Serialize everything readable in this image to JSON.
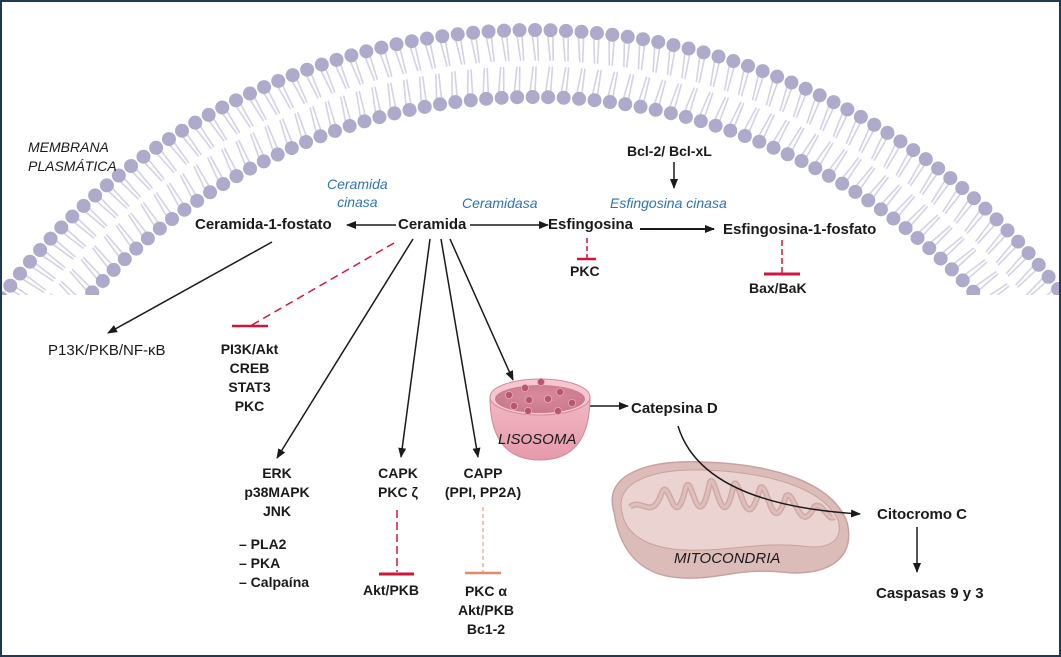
{
  "colors": {
    "membrane": "#aeaacb",
    "membrane_tail": "#d4d2e4",
    "inhibit_red": "#d0163b",
    "inhibit_orange": "#e58a66",
    "enzyme_blue": "#2e74b5",
    "lysosome": "#e9a8b6",
    "mitochondria": "#e4c8c5",
    "border": "#1f3a56"
  },
  "labels": {
    "membrane": [
      "MEMBRANA",
      "PLASMÁTICA"
    ],
    "ceramida_cinasa": [
      "Ceramida",
      "cinasa"
    ],
    "ceramidasa": "Ceramidasa",
    "esfingosina_cinasa": "Esfingosina cinasa",
    "bcl2": "Bcl-2/ Bcl-xL",
    "ceramida": "Ceramida",
    "c1p": "Ceramida-1-fostato",
    "esfingosina": "Esfingosina",
    "s1p": "Esfingosina-1-fosfato",
    "pkc_esf": "PKC",
    "bax": "Bax/BaK",
    "p13k": "P13K/PKB/NF-κB",
    "inhib_list": [
      "PI3K/Akt",
      "CREB",
      "STAT3",
      "PKC"
    ],
    "erk_list": [
      "ERK",
      "p38MAPK",
      "JNK"
    ],
    "erk_sub": [
      "– PLA2",
      "– PKA",
      "– Calpaína"
    ],
    "capk": [
      "CAPK",
      "PKC ζ"
    ],
    "capk_target": "Akt/PKB",
    "capp": [
      "CAPP",
      "(PPI, PP2A)"
    ],
    "capp_targets": [
      "PKC α",
      "Akt/PKB",
      "Bc1-2"
    ],
    "lisosoma": "LISOSOMA",
    "catepsina": "Catepsina D",
    "mitocondria": "MITOCONDRIA",
    "citocromo": "Citocromo C",
    "caspasas": "Caspasas 9 y 3"
  }
}
